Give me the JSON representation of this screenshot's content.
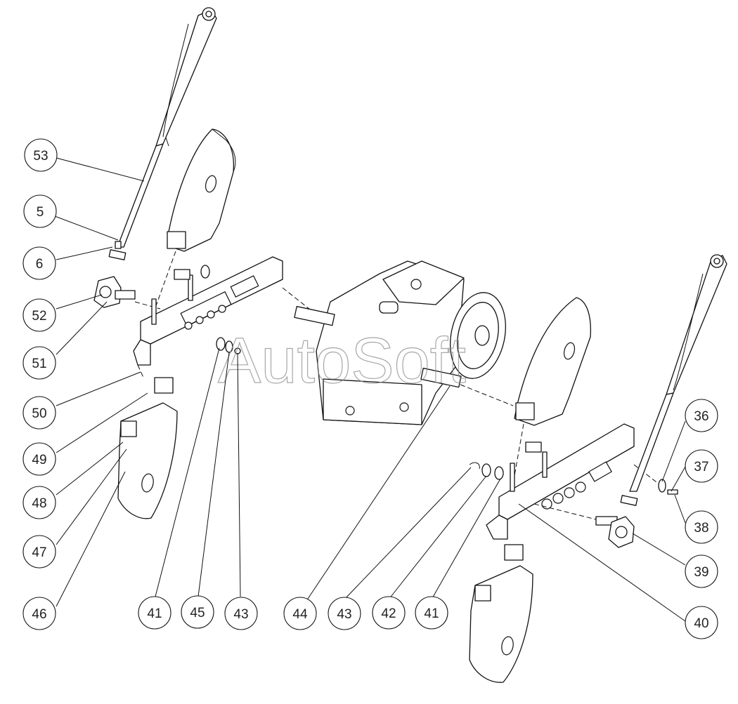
{
  "watermark": "AutoSoft",
  "callouts": [
    {
      "label": "53"
    },
    {
      "label": "5"
    },
    {
      "label": "6"
    },
    {
      "label": "52"
    },
    {
      "label": "51"
    },
    {
      "label": "50"
    },
    {
      "label": "49"
    },
    {
      "label": "48"
    },
    {
      "label": "47"
    },
    {
      "label": "46"
    },
    {
      "label": "41"
    },
    {
      "label": "45"
    },
    {
      "label": "43"
    },
    {
      "label": "44"
    },
    {
      "label": "43"
    },
    {
      "label": "42"
    },
    {
      "label": "41"
    },
    {
      "label": "36"
    },
    {
      "label": "37"
    },
    {
      "label": "38"
    },
    {
      "label": "39"
    },
    {
      "label": "40"
    }
  ]
}
